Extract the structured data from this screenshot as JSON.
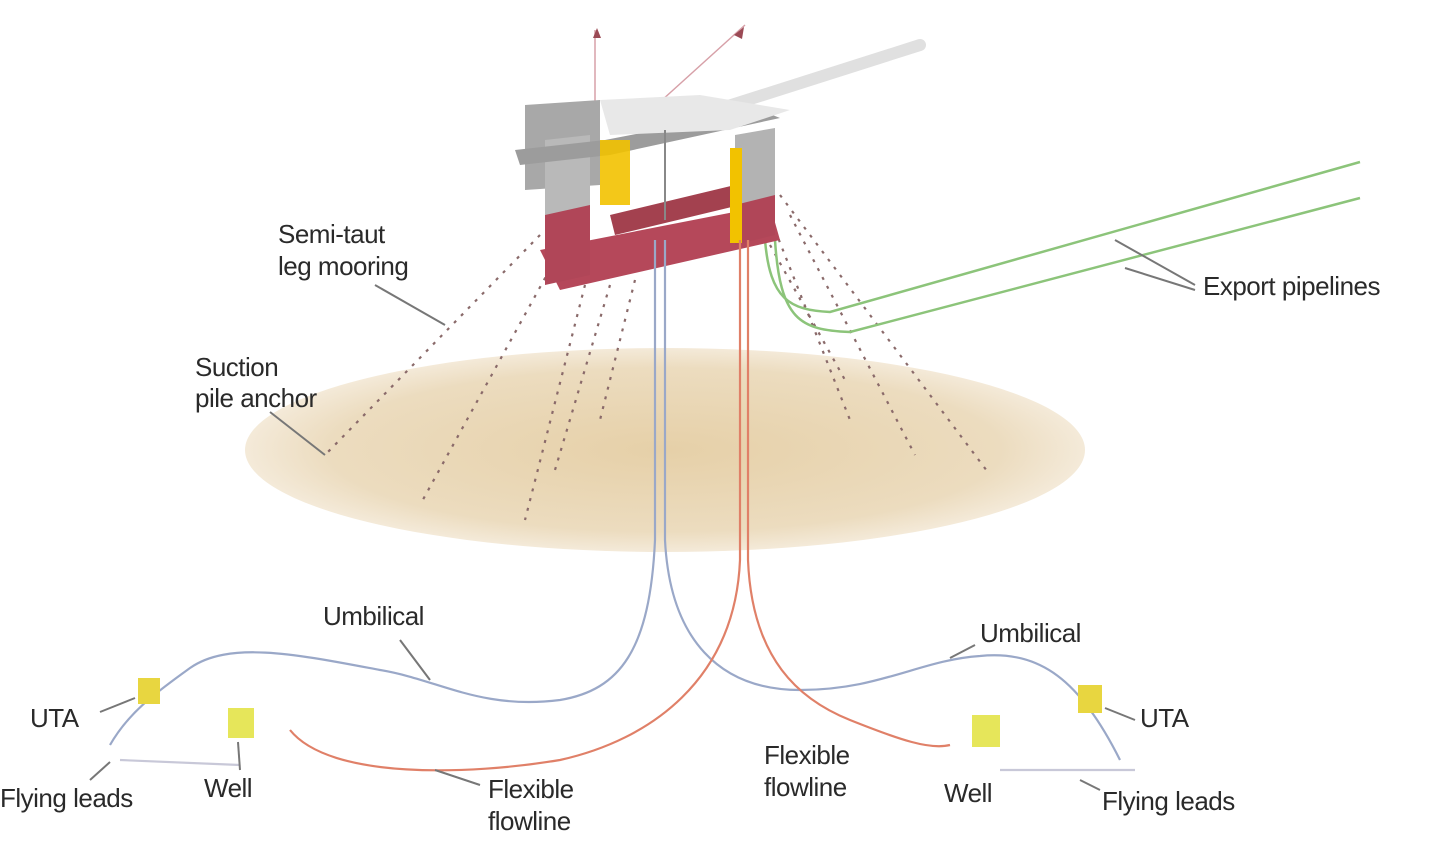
{
  "labels": {
    "semi_taut_1": "Semi-taut",
    "semi_taut_2": "leg mooring",
    "suction_1": "Suction",
    "suction_2": "pile anchor",
    "export": "Export pipelines",
    "umbilical_left": "Umbilical",
    "umbilical_right": "Umbilical",
    "uta_left": "UTA",
    "uta_right": "UTA",
    "flying_leads_left": "Flying leads",
    "flying_leads_right": "Flying leads",
    "well_left": "Well",
    "well_right": "Well",
    "flowline_left_1": "Flexible",
    "flowline_left_2": "flowline",
    "flowline_right_1": "Flexible",
    "flowline_right_2": "flowline"
  },
  "colors": {
    "seabed": "#e8d5b2",
    "hull": "#b5485a",
    "columns": "#a9a9a9",
    "yellow_equipment": "#f2c200",
    "export_pipeline": "#7fbf6a",
    "umbilical": "#8a9bc0",
    "flowline": "#d9735a"
  }
}
